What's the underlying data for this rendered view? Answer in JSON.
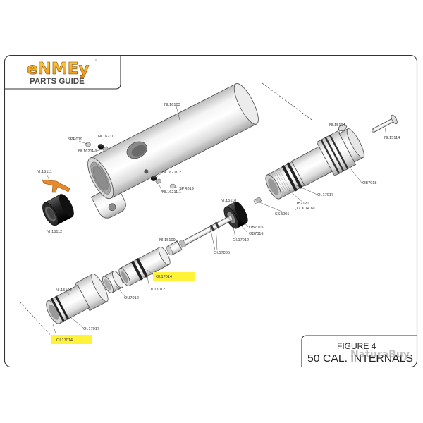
{
  "logo": {
    "brand": "eNMEy",
    "trademark": "™",
    "subtitle": "PARTS GUIDE"
  },
  "figure": {
    "number": "FIGURE 4",
    "title": "50 CAL. INTERNALS"
  },
  "watermark": "NaturaBuy",
  "labels": [
    {
      "text": "NI.16103",
      "highlighted": false
    },
    {
      "text": "SPR019",
      "highlighted": false
    },
    {
      "text": "NI.16211.1",
      "highlighted": false
    },
    {
      "text": "NI.16211.2",
      "highlighted": false
    },
    {
      "text": "NI.15111",
      "highlighted": false
    },
    {
      "text": "NI.15112",
      "highlighted": false
    },
    {
      "text": "NI.16211.2",
      "highlighted": false
    },
    {
      "text": "NI.16211.1",
      "highlighted": false
    },
    {
      "text": "SPR019",
      "highlighted": false
    },
    {
      "text": "NI.15104",
      "highlighted": false
    },
    {
      "text": "NI.15114",
      "highlighted": false
    },
    {
      "text": "OB7018",
      "highlighted": false
    },
    {
      "text": "OI.17017",
      "highlighted": false
    },
    {
      "text": "OB7120",
      "highlighted": false
    },
    {
      "text": "(17 X 14 N)",
      "highlighted": false
    },
    {
      "text": "SSB001",
      "highlighted": false
    },
    {
      "text": "NI.15110",
      "highlighted": false
    },
    {
      "text": "OB7015",
      "highlighted": false
    },
    {
      "text": "OB7016",
      "highlighted": false
    },
    {
      "text": "OI.17012",
      "highlighted": false
    },
    {
      "text": "NI.15109",
      "highlighted": false
    },
    {
      "text": "OI.17005",
      "highlighted": false
    },
    {
      "text": "OI.17014",
      "highlighted": true
    },
    {
      "text": "OI.17012",
      "highlighted": false
    },
    {
      "text": "OU7012",
      "highlighted": false
    },
    {
      "text": "NI.15108",
      "highlighted": false
    },
    {
      "text": "OI.17017",
      "highlighted": false
    },
    {
      "text": "OI.17014",
      "highlighted": true
    }
  ],
  "colors": {
    "highlight": "#fff33a",
    "logo_light": "#ffd040",
    "logo_dark": "#ea8a10",
    "orange_part": "#e88a2c",
    "frame": "#333333"
  }
}
